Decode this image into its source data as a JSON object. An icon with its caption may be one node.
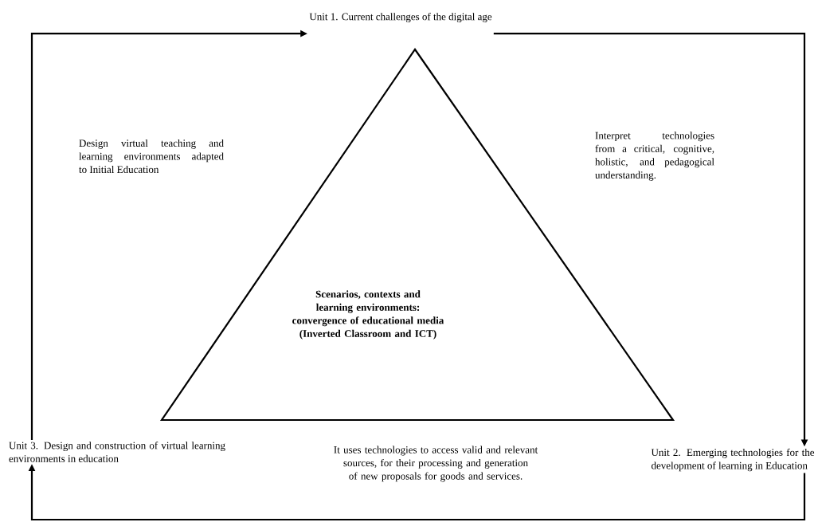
{
  "diagram": {
    "nodes": [
      {
        "text": [
          "Unit 1. Current challenges of the digital age"
        ]
      },
      {
        "text": [
          "Unit 2. Emerging technologies for the development of learning in Education"
        ]
      },
      {
        "text": [
          "Unit 3. Design and construction of virtual learning environments in education"
        ]
      },
      {
        "text": [
          "Scenarios, contexts and learning environments: convergence of educational media (Inverted Classroom and ICT)"
        ]
      }
    ],
    "edges": [
      {
        "from": 2,
        "to": 0,
        "arrow": "to"
      },
      {
        "from": 0,
        "to": 1,
        "arrow": "to"
      },
      {
        "from": 1,
        "to": 2,
        "arrow": "to"
      }
    ],
    "labels": [
      "Design virtual teaching and learning environments adapted to Initial Education",
      "Interpret technologies from a critical, cognitive, holistic, and pedagogical understanding.",
      "It uses technologies to access valid and relevant sources, for their processing and generation of new proposals for goods and services."
    ]
  }
}
